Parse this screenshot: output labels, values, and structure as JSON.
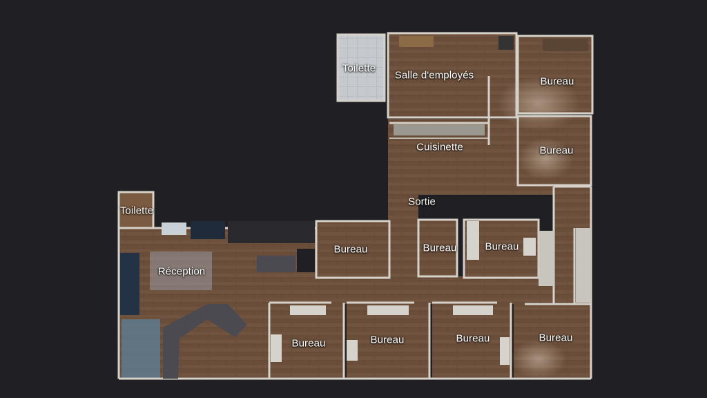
{
  "floorplan": {
    "rooms": {
      "toilette_top": "Toilette",
      "salle_employes": "Salle d'employés",
      "bureau_ne1": "Bureau",
      "bureau_ne2": "Bureau",
      "cuisinette": "Cuisinette",
      "sortie": "Sortie",
      "toilette_left": "Toilette",
      "bureau_mid": "Bureau",
      "bureau_small": "Bureau",
      "bureau_mid_right": "Bureau",
      "reception": "Réception",
      "bureau_s1": "Bureau",
      "bureau_s2": "Bureau",
      "bureau_s3": "Bureau",
      "bureau_s4": "Bureau"
    }
  },
  "colors": {
    "background": "#202024",
    "floor_wood": "#6b4f3b",
    "floor_wood_light": "#8a6a50",
    "wall": "#d9d6cf",
    "label": "#ffffff"
  }
}
